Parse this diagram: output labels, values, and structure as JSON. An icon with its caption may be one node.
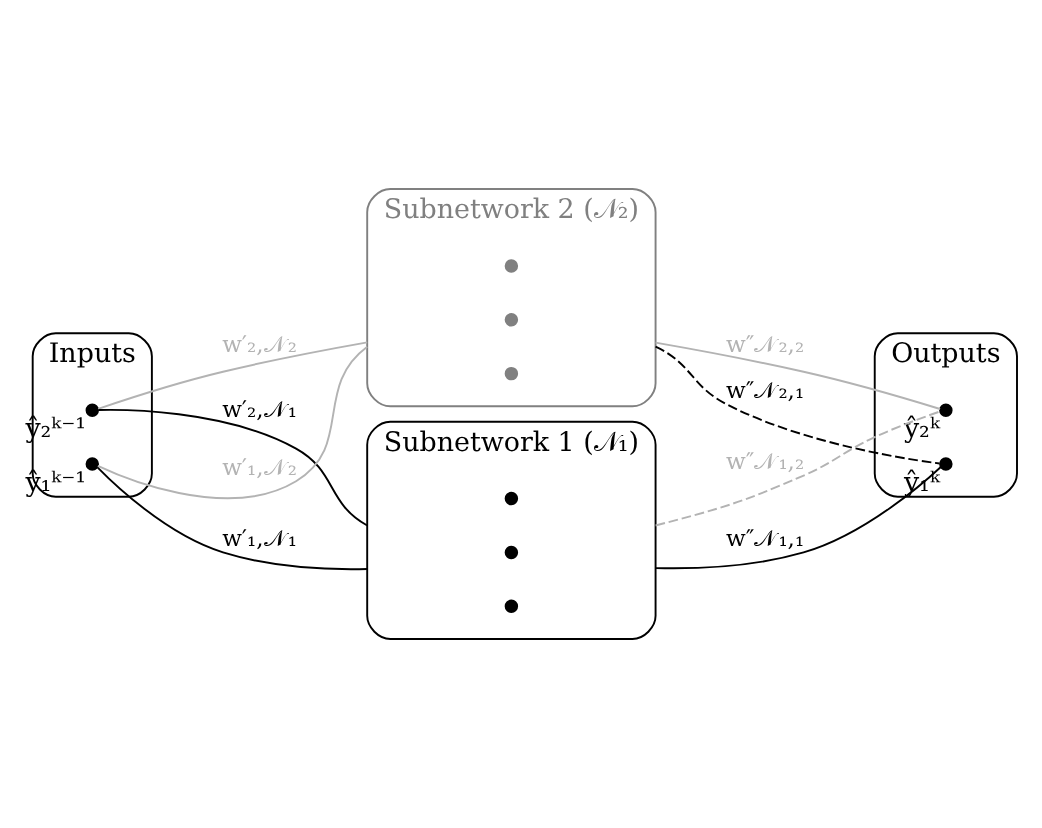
{
  "diagram": {
    "nodes": [
      {
        "text": [
          "Inputs"
        ]
      },
      {
        "text": [],
        "shape": "circle",
        "in": 0,
        "beside": [
          "ŷ₂ᵏ⁻¹"
        ]
      },
      {
        "text": [],
        "shape": "circle",
        "in": 0,
        "beside": [
          "ŷ₁ᵏ⁻¹"
        ]
      },
      {
        "text": [
          "Subnetwork 2 (𝒩₂)"
        ]
      },
      {
        "text": [],
        "shape": "circle",
        "in": 3
      },
      {
        "text": [],
        "shape": "circle",
        "in": 3
      },
      {
        "text": [],
        "shape": "circle",
        "in": 3
      },
      {
        "text": [
          "Subnetwork 1 (𝒩₁)"
        ]
      },
      {
        "text": [],
        "shape": "circle",
        "in": 7
      },
      {
        "text": [],
        "shape": "circle",
        "in": 7
      },
      {
        "text": [],
        "shape": "circle",
        "in": 7
      },
      {
        "text": [
          "Outputs"
        ]
      },
      {
        "text": [],
        "shape": "circle",
        "in": 11,
        "beside": [
          "ŷ₂ᵏ"
        ]
      },
      {
        "text": [],
        "shape": "circle",
        "in": 11,
        "beside": [
          "ŷ₁ᵏ"
        ]
      }
    ],
    "edges": [
      {
        "from": 1,
        "to": 3,
        "arrow": "none",
        "label": "w′₂,𝒩₂",
        "color": "#b3b3b3"
      },
      {
        "from": 1,
        "to": 7,
        "arrow": "none",
        "label": "w′₂,𝒩₁",
        "color": "#000000"
      },
      {
        "from": 2,
        "to": 3,
        "arrow": "none",
        "label": "w′₁,𝒩₂",
        "color": "#b3b3b3"
      },
      {
        "from": 2,
        "to": 7,
        "arrow": "none",
        "label": "w′₁,𝒩₁",
        "color": "#000000"
      },
      {
        "from": 3,
        "to": 12,
        "arrow": "none",
        "label": "w″𝒩₂,₂",
        "color": "#b3b3b3"
      },
      {
        "from": 3,
        "to": 13,
        "arrow": "none",
        "label": "w″𝒩₂,₁",
        "style": "dashed",
        "color": "#000000"
      },
      {
        "from": 7,
        "to": 12,
        "arrow": "none",
        "label": "w″𝒩₁,₂",
        "style": "dashed",
        "color": "#b3b3b3"
      },
      {
        "from": 7,
        "to": 13,
        "arrow": "none",
        "label": "w″𝒩₁,₁",
        "color": "#000000"
      }
    ]
  }
}
